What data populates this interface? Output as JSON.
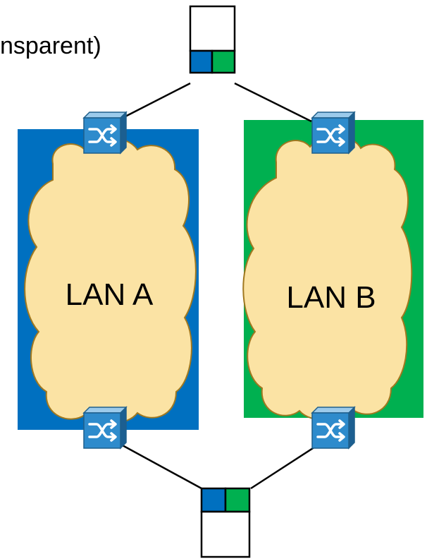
{
  "title_fragment": "nsparent)",
  "lans": [
    {
      "label": "LAN A",
      "color": "#0070C0"
    },
    {
      "label": "LAN B",
      "color": "#00B050"
    }
  ],
  "colors": {
    "cloud_fill": "#FBE3A4",
    "cloud_stroke": "#A07820",
    "switch_face": "#2E8BCC",
    "port_a": "#0070C0",
    "port_b": "#00B050"
  },
  "icons": [
    "switch-icon",
    "cloud-icon",
    "dual-attached-node-icon"
  ]
}
